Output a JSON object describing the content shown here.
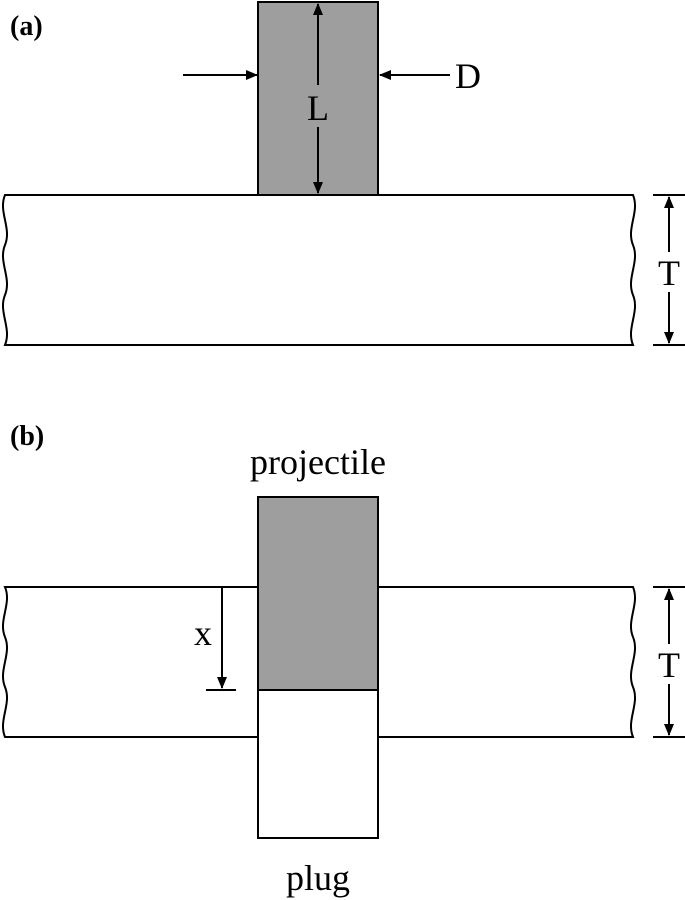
{
  "colors": {
    "projectile": "#9e9e9e",
    "plug": "#ffffff",
    "plate": "#ffffff",
    "stroke": "#000000"
  },
  "panel_a": {
    "label": "(a)",
    "dim_length": "L",
    "dim_diameter": "D",
    "dim_thickness": "T"
  },
  "panel_b": {
    "label": "(b)",
    "projectile_label": "projectile",
    "plug_label": "plug",
    "dim_depth": "x",
    "dim_thickness": "T"
  }
}
